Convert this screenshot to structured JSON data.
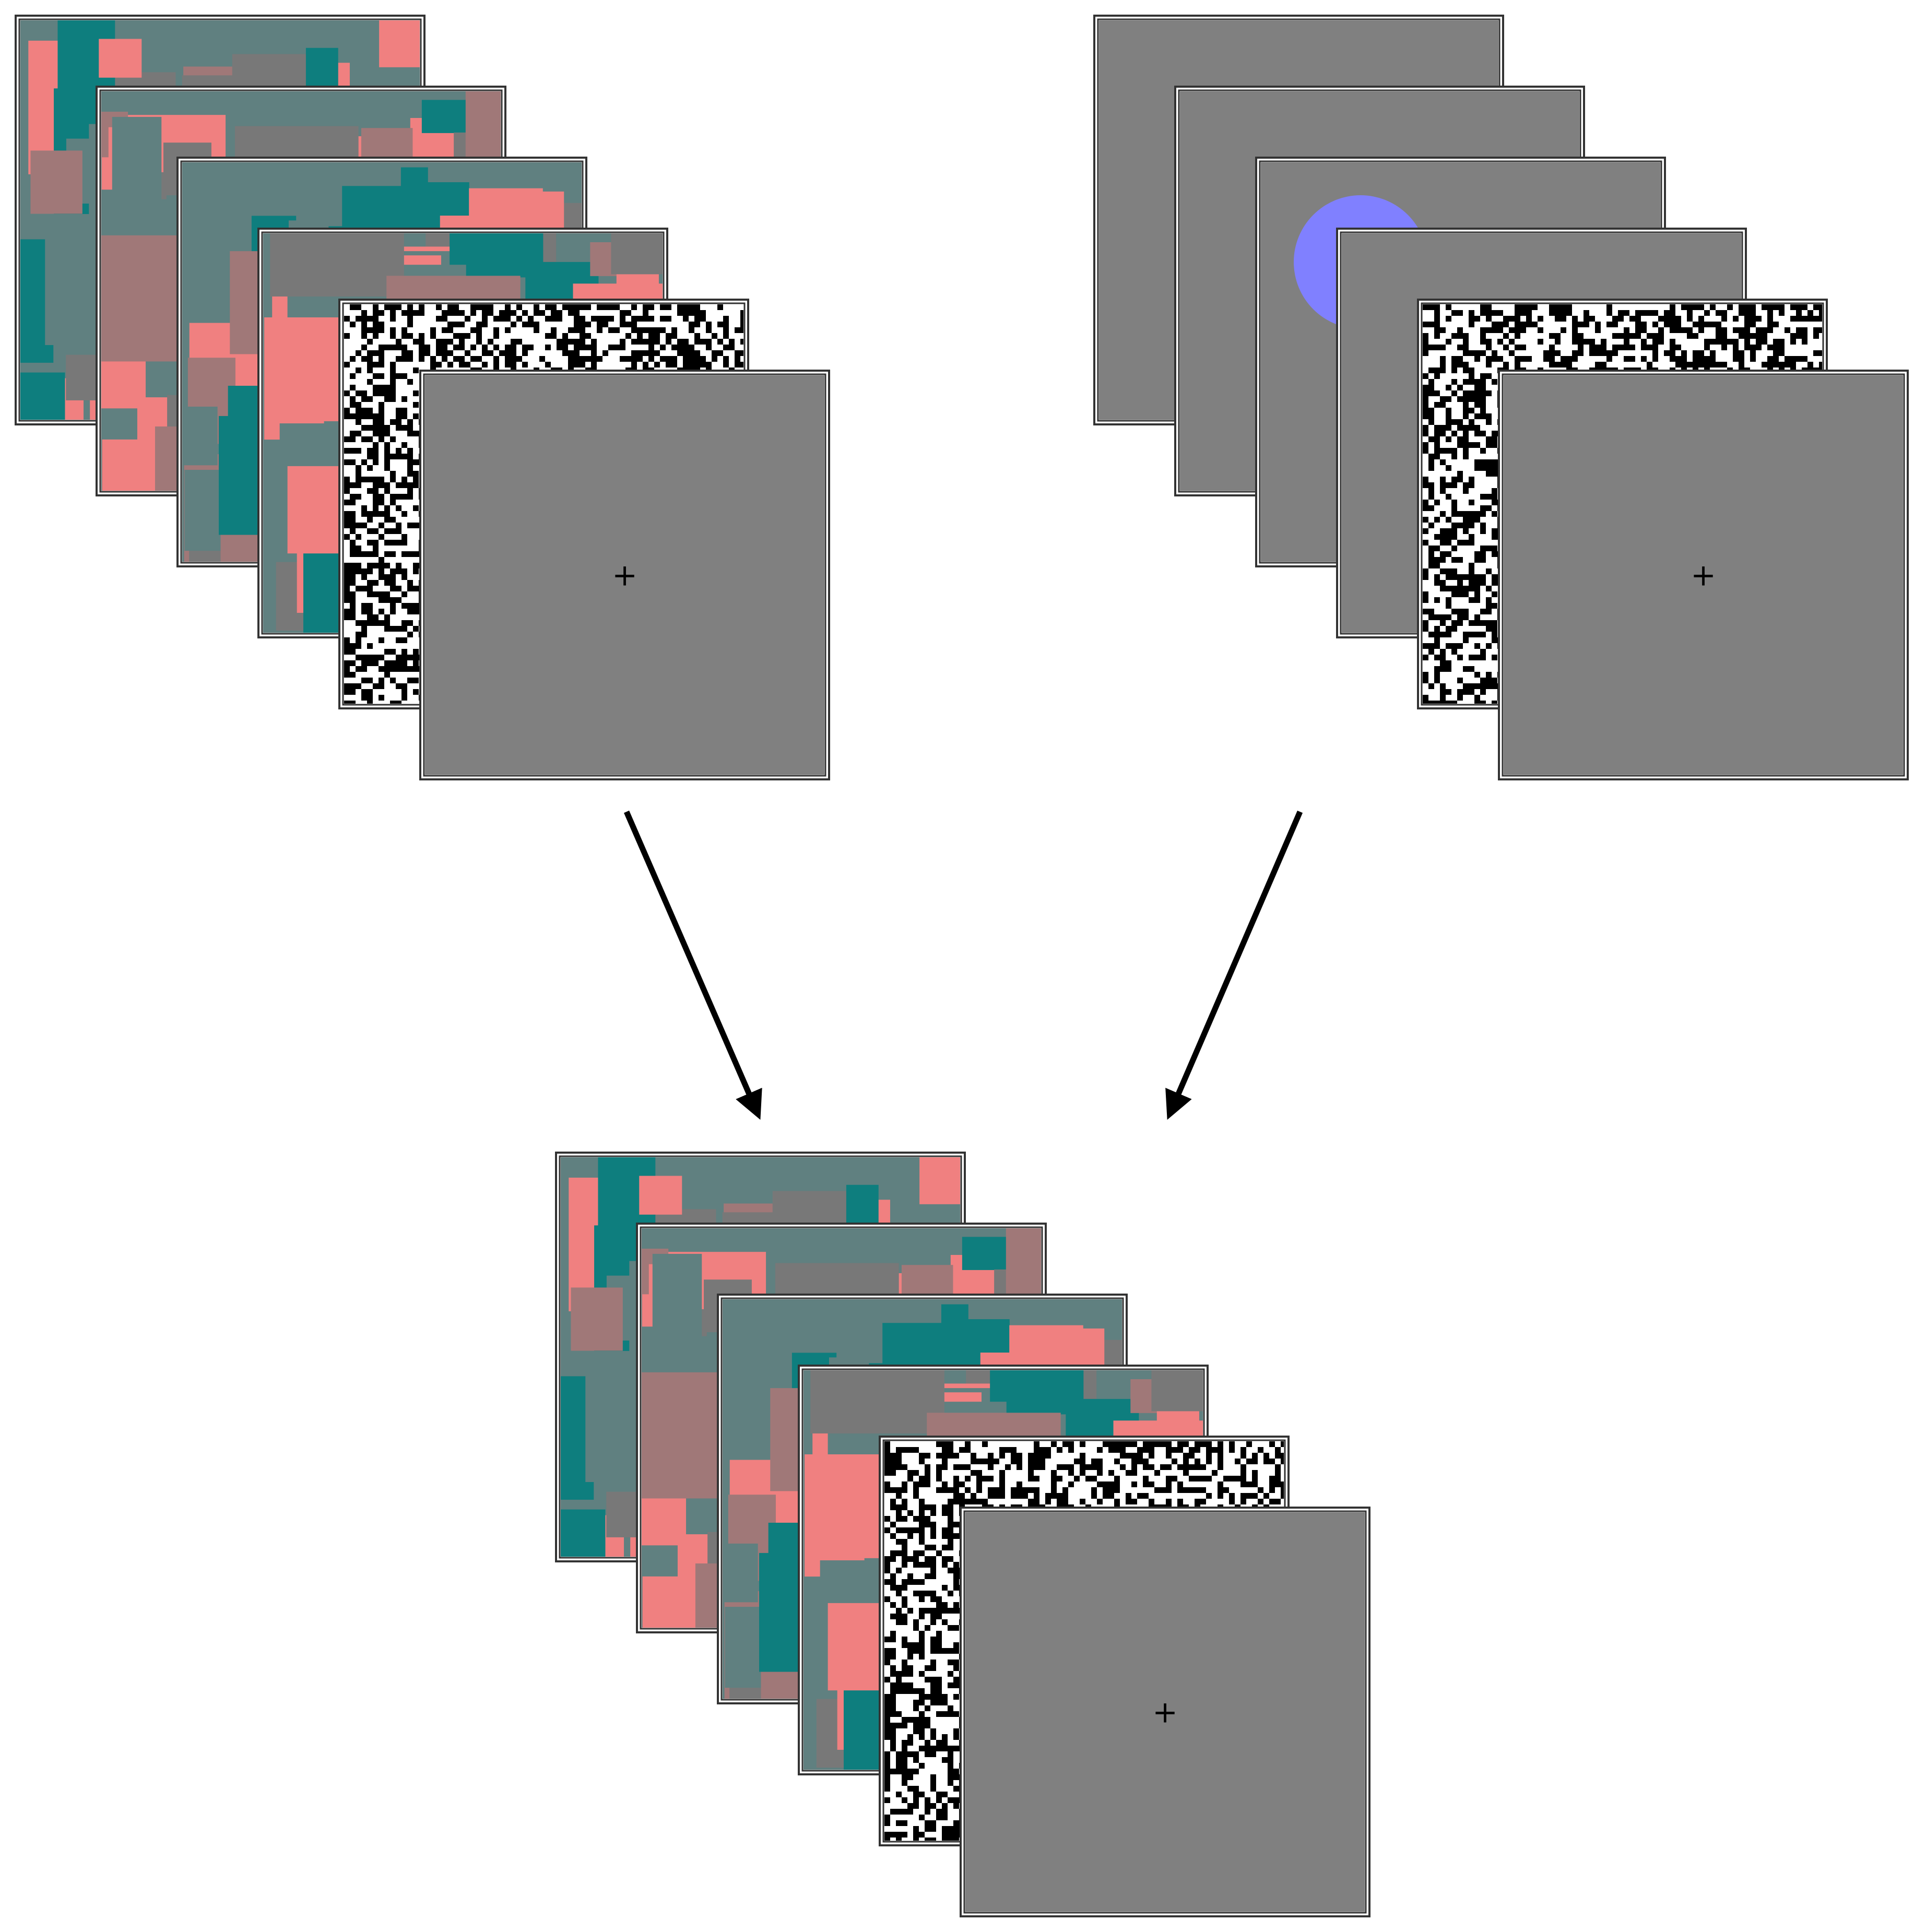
{
  "colors": {
    "background": "#ffffff",
    "frame_border": "#333333",
    "gray_frame": "#808080",
    "mondrian_pink": "#f08080",
    "mondrian_teal": "#0e7e7e",
    "mondrian_mauve": "#a07878",
    "mondrian_slate": "#608080",
    "mondrian_gray": "#787878",
    "noise_black": "#000000",
    "noise_white": "#ffffff",
    "probe_circle": "#8080ff",
    "arrow": "#000000"
  },
  "groups": [
    {
      "id": "mondrian-sequence",
      "frames": [
        "mondrian",
        "mondrian",
        "mondrian",
        "mondrian",
        "noise-mask",
        "fixation"
      ],
      "fixation_glyph": "+"
    },
    {
      "id": "probe-sequence",
      "frames": [
        "gray",
        "gray",
        "gray-with-circle",
        "gray",
        "noise-mask",
        "fixation"
      ],
      "fixation_glyph": "+"
    },
    {
      "id": "combined-sequence",
      "frames": [
        "mondrian",
        "mondrian",
        "mondrian",
        "mondrian",
        "noise-mask",
        "fixation"
      ],
      "fixation_glyph": "+"
    }
  ],
  "arrows": [
    {
      "from": "mondrian-sequence",
      "to": "combined-sequence"
    },
    {
      "from": "probe-sequence",
      "to": "combined-sequence"
    }
  ]
}
